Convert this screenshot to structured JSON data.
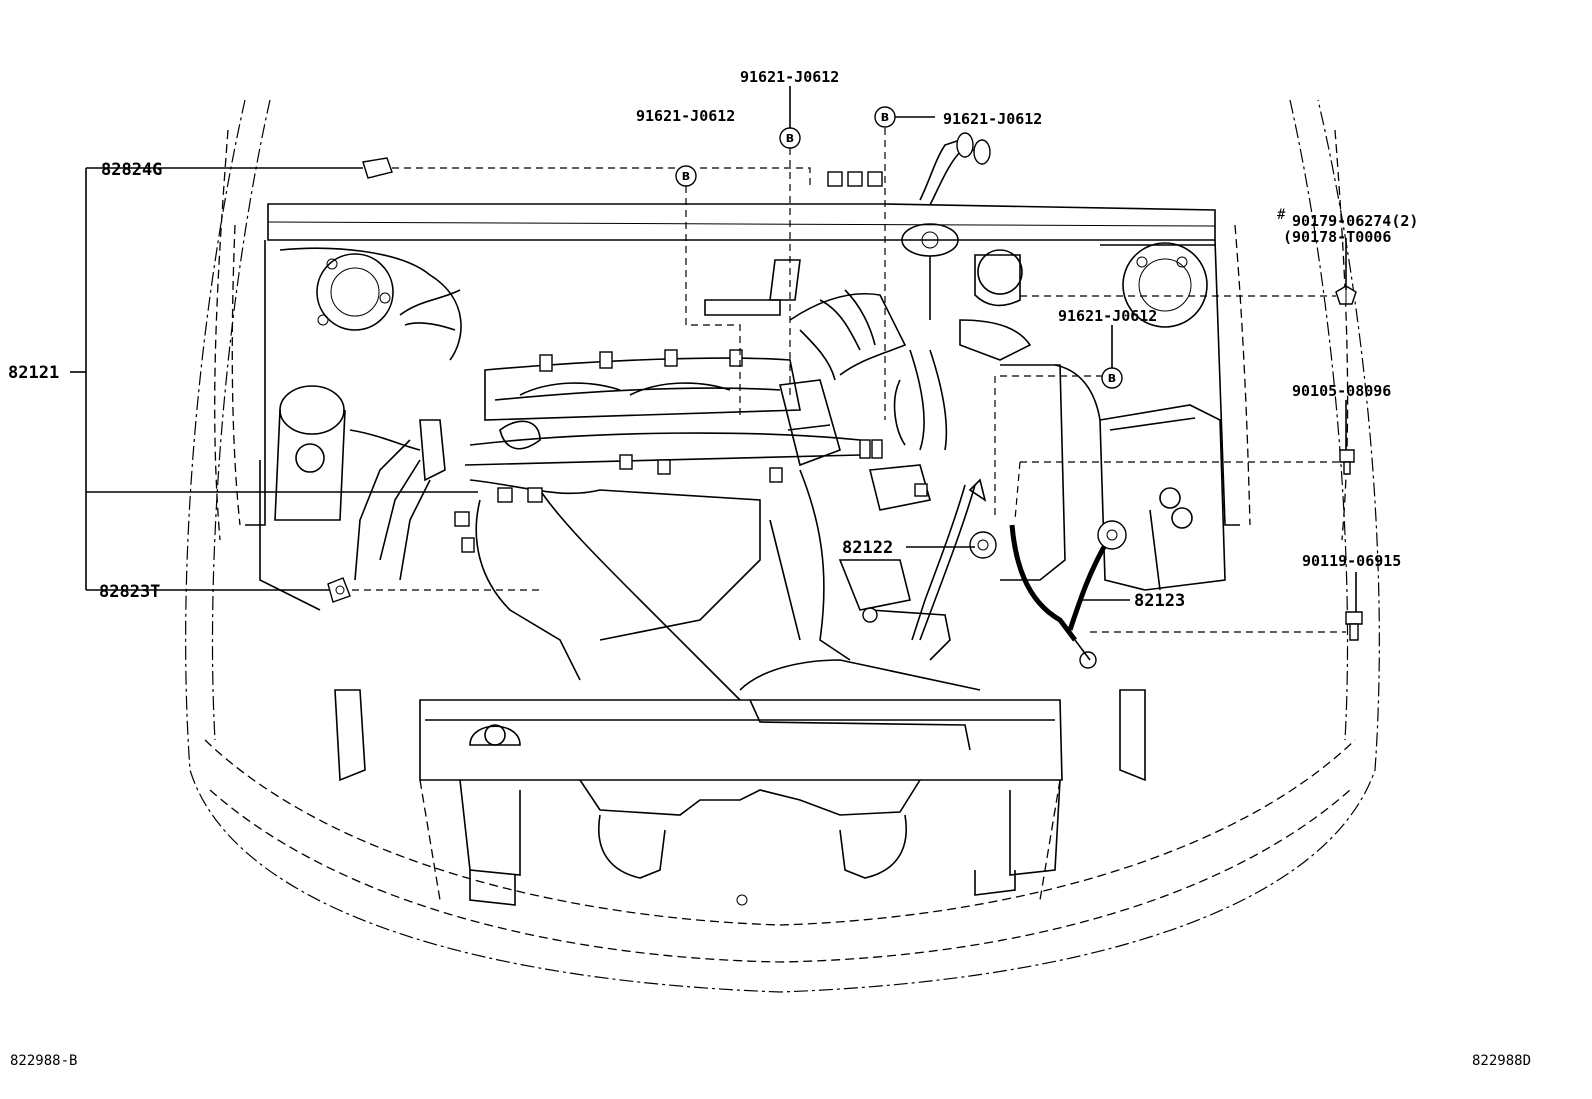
{
  "labels": {
    "p82824G": "82824G",
    "p82121": "82121",
    "p82823T": "82823T",
    "p91621_a": "91621-J0612",
    "p91621_b": "91621-J0612",
    "p91621_c": "91621-J0612",
    "p91621_d": "91621-J0612",
    "p90179_mark": "#",
    "p90179": "90179-06274(2)",
    "p90178": "(90178-T0006",
    "p90105": "90105-08096",
    "p90119": "90119-06915",
    "p82122": "82122",
    "p82123": "82123",
    "callout_b": "B",
    "ref_left": "822988-B",
    "ref_right": "822988D"
  }
}
